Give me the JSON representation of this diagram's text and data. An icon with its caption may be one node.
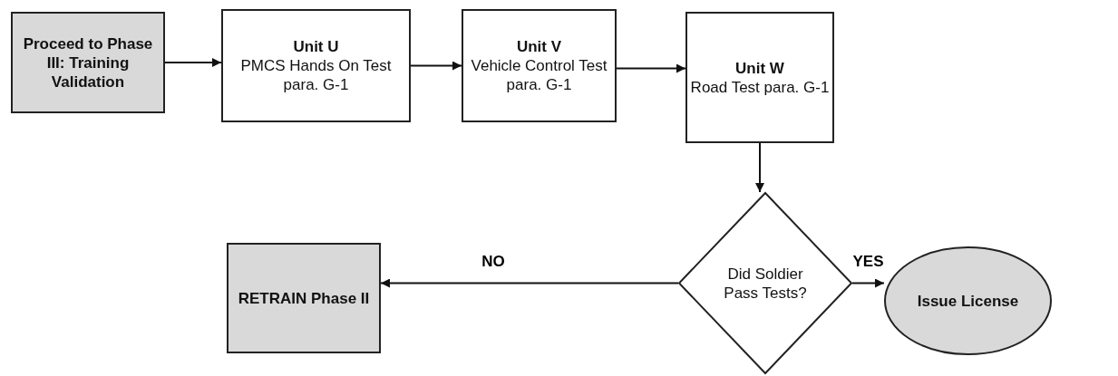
{
  "diagram": {
    "nodes": [
      {
        "text": [
          "Proceed to Phase III: Training Validation"
        ]
      },
      {
        "text": [
          "Unit U",
          "PMCS Hands On Test para. G-1"
        ]
      },
      {
        "text": [
          "Unit V",
          "Vehicle Control Test para. G-1"
        ]
      },
      {
        "text": [
          "Unit W",
          "Road Test para. G-1"
        ]
      },
      {
        "text": [
          "Did Soldier Pass Tests?"
        ]
      },
      {
        "text": [
          "RETRAIN Phase II"
        ]
      },
      {
        "text": [
          "Issue License"
        ]
      }
    ],
    "edges": [
      {
        "from": 0,
        "to": 1,
        "arrow": "to"
      },
      {
        "from": 1,
        "to": 2,
        "arrow": "to"
      },
      {
        "from": 2,
        "to": 3,
        "arrow": "to"
      },
      {
        "from": 3,
        "to": 4,
        "arrow": "to"
      },
      {
        "from": 4,
        "to": 5,
        "arrow": "to",
        "label": "NO"
      },
      {
        "from": 4,
        "to": 6,
        "arrow": "to",
        "label": "YES"
      }
    ]
  }
}
